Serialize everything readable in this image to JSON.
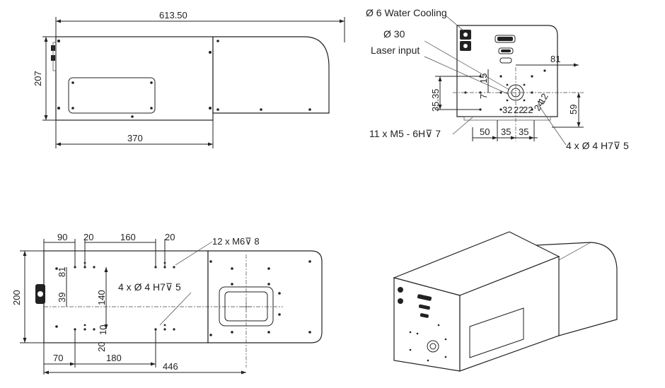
{
  "top_view": {
    "dim_total_length": "613.50",
    "dim_height": "207",
    "dim_base_length": "370"
  },
  "front_view": {
    "water_cooling": "Ø 6 Water Cooling",
    "laser_input_dia": "Ø 30",
    "laser_input": "Laser input",
    "dim_81": "81",
    "dim_15": "15",
    "dim_35_35": "35.35",
    "dim_7": "7",
    "dim_32": "32",
    "dim_22a": "22",
    "dim_22b": "22",
    "dim_12": "12",
    "dim_24": "24",
    "dim_59": "59",
    "dim_50": "50",
    "dim_35a": "35",
    "dim_35b": "35",
    "note_m5": "11 x  M5 - 6H⊽ 7",
    "note_h7": "4 x  Ø  4 H7⊽  5"
  },
  "side_view": {
    "dim_90": "90",
    "dim_20a": "20",
    "dim_160": "160",
    "dim_20b": "20",
    "note_m6": "12 x M6⊽ 8",
    "note_h7": "4 x  Ø  4 H7⊽  5",
    "dim_200": "200",
    "dim_81": "81",
    "dim_39": "39",
    "dim_140": "140",
    "dim_10": "10",
    "dim_20c": "20",
    "dim_70": "70",
    "dim_180": "180",
    "dim_446": "446"
  }
}
